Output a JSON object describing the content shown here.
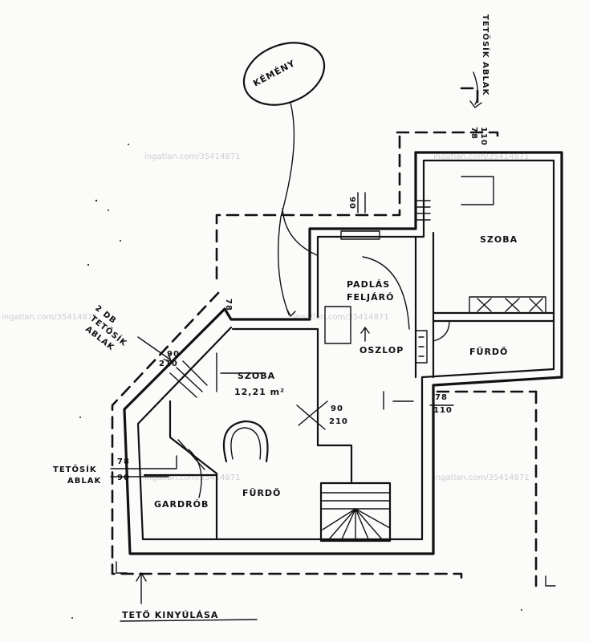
{
  "labels": {
    "kemeny": "KÉMÉNY",
    "tetoablak_top": "TETŐSÍK ABLAK",
    "tetoablak_left_1": "TETŐSÍK",
    "tetoablak_left_2": "ABLAK",
    "tetoablak_diag_1": "2 DB",
    "tetoablak_diag_2": "TETŐSÍK",
    "tetoablak_diag_3": "ABLAK",
    "szoba_right": "SZOBA",
    "padlas_1": "PADLÁS",
    "padlas_2": "FELJÁRÓ",
    "oszlop": "OSZLOP",
    "furdo_right": "FÜRDŐ",
    "szoba_center": "SZOBA",
    "area": "12,21 m²",
    "furdo_center": "FÜRDŐ",
    "gardrob": "GARDRÓB",
    "teto_kinyulasa": "TETŐ KINYÚLÁSA"
  },
  "dims": {
    "top_78": "78",
    "top_110": "110",
    "d_78_a": "78",
    "d_90_a": "90",
    "d_90_b": "90",
    "d_210_a": "210",
    "d_90_c": "90",
    "d_210_b": "210",
    "d_78_b": "78",
    "d_90_d": "90",
    "d_78_c": "78",
    "d_110_b": "110"
  },
  "watermark": "ingatlan.com/35414871"
}
